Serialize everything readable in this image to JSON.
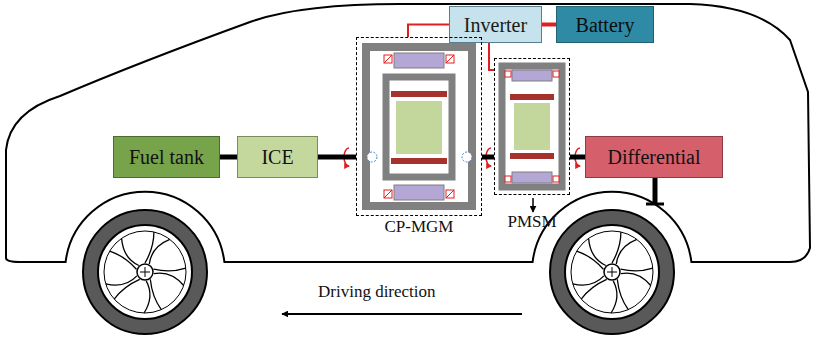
{
  "diagram": {
    "nodes": [
      {
        "text": [
          "Inverter"
        ]
      },
      {
        "text": [
          "Battery"
        ]
      },
      {
        "text": [
          "Fuel tank"
        ]
      },
      {
        "text": [
          "ICE"
        ]
      },
      {
        "text": [
          "CP-MGM"
        ]
      },
      {
        "text": [
          "PMSM"
        ]
      },
      {
        "text": [
          "Differential"
        ]
      }
    ],
    "edges": [
      {
        "from": 2,
        "to": 3,
        "arrow": "none"
      },
      {
        "from": 3,
        "to": 4,
        "arrow": "none"
      },
      {
        "from": 4,
        "to": 5,
        "arrow": "none"
      },
      {
        "from": 5,
        "to": 6,
        "arrow": "none"
      },
      {
        "from": 0,
        "to": 1,
        "arrow": "none"
      },
      {
        "from": 0,
        "to": 4,
        "arrow": "none"
      },
      {
        "from": 0,
        "to": 5,
        "arrow": "none"
      }
    ],
    "labels": [
      "Driving direction"
    ]
  }
}
